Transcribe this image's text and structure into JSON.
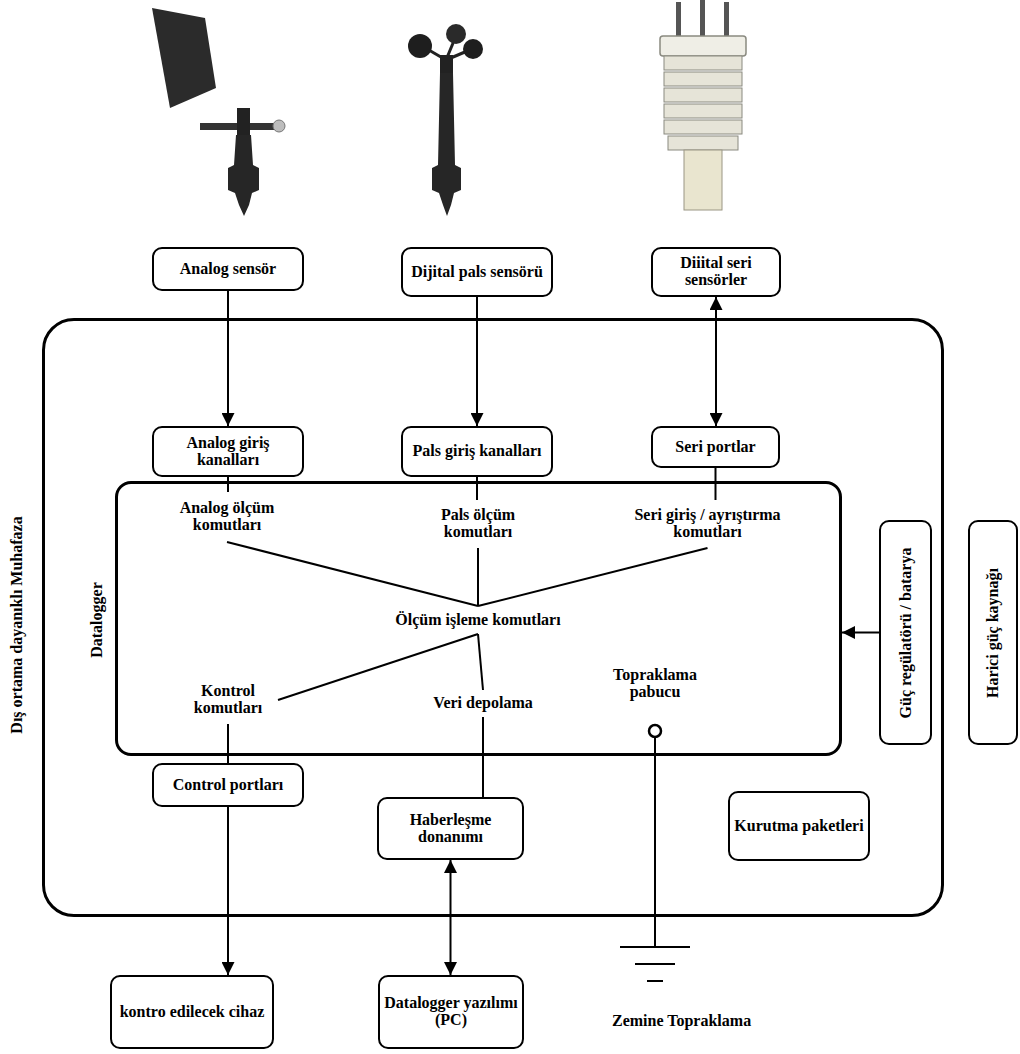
{
  "diagram": {
    "nodes": [
      {
        "text": [
          "Analog sensör"
        ]
      },
      {
        "text": [
          "Dijital pals sensörü"
        ]
      },
      {
        "text": [
          "Diiital seri sensörler"
        ]
      },
      {
        "text": [
          "Dış ortama dayanıklı Muhafaza"
        ]
      },
      {
        "text": [
          "Analog giriş kanalları"
        ],
        "in": 3
      },
      {
        "text": [
          "Pals giriş kanalları"
        ],
        "in": 3
      },
      {
        "text": [
          "Seri portlar"
        ],
        "in": 3
      },
      {
        "text": [
          "Datalogger"
        ],
        "in": 3
      },
      {
        "text": [
          "Analog ölçüm komutları"
        ],
        "in": 7
      },
      {
        "text": [
          "Pals ölçüm komutları"
        ],
        "in": 7
      },
      {
        "text": [
          "Seri giriş / ayrıştırma komutları"
        ],
        "in": 7
      },
      {
        "text": [
          "Ölçüm işleme komutları"
        ],
        "in": 7
      },
      {
        "text": [
          "Kontrol komutları"
        ],
        "in": 7
      },
      {
        "text": [
          "Veri depolama"
        ],
        "in": 7
      },
      {
        "text": [
          "Topraklama pabucu"
        ],
        "in": 7
      },
      {
        "text": [
          "Güç regülatörü / batarya"
        ],
        "in": 3
      },
      {
        "text": [
          "Harici güç kaynağı"
        ]
      },
      {
        "text": [
          "Control portları"
        ],
        "in": 3
      },
      {
        "text": [
          "Haberleşme donanımı"
        ],
        "in": 3
      },
      {
        "text": [
          "Kurutma paketleri"
        ],
        "in": 3
      },
      {
        "text": [
          "kontro edilecek cihaz"
        ]
      },
      {
        "text": [
          "Datalogger yazılımı (PC)"
        ]
      }
    ],
    "edges": [
      {
        "from": 0,
        "to": 4,
        "arrow": "to"
      },
      {
        "from": 1,
        "to": 5,
        "arrow": "to"
      },
      {
        "from": 2,
        "to": 6,
        "arrow": "both"
      },
      {
        "from": 4,
        "to": 8,
        "arrow": "none"
      },
      {
        "from": 5,
        "to": 9,
        "arrow": "none"
      },
      {
        "from": 6,
        "to": 10,
        "arrow": "none"
      },
      {
        "from": 8,
        "to": 11,
        "arrow": "none"
      },
      {
        "from": 9,
        "to": 11,
        "arrow": "none"
      },
      {
        "from": 10,
        "to": 11,
        "arrow": "none"
      },
      {
        "from": 11,
        "to": 12,
        "arrow": "none"
      },
      {
        "from": 11,
        "to": 13,
        "arrow": "none"
      },
      {
        "from": 12,
        "to": 17,
        "arrow": "none"
      },
      {
        "from": 17,
        "to": 20,
        "arrow": "to"
      },
      {
        "from": 13,
        "to": 18,
        "arrow": "none"
      },
      {
        "from": 18,
        "to": 21,
        "arrow": "both"
      },
      {
        "from": 15,
        "to": 7,
        "arrow": "to"
      }
    ],
    "labels": [
      "Zemine Topraklama"
    ]
  }
}
